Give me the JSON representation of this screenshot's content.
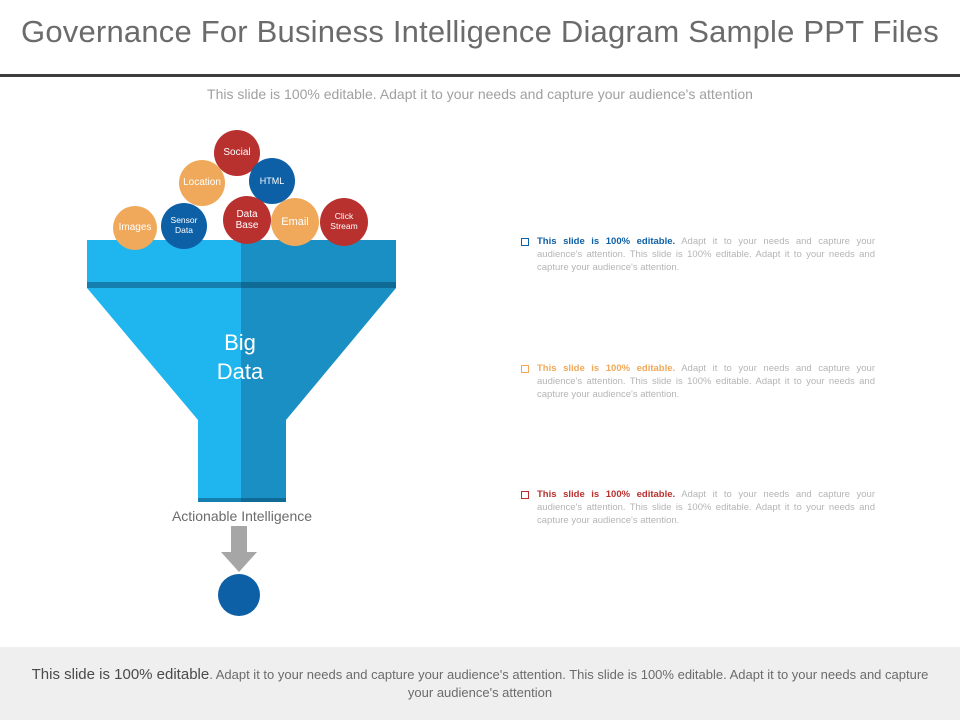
{
  "header": {
    "title": "Governance For Business Intelligence Diagram Sample PPT Files",
    "subtitle": "This slide is 100% editable. Adapt it to your needs and capture your audience's attention"
  },
  "diagram": {
    "sources": [
      {
        "label": "Social",
        "color": "#b8312f"
      },
      {
        "label": "Location",
        "color": "#f0a95a"
      },
      {
        "label": "HTML",
        "color": "#0d5fa6"
      },
      {
        "label": "Images",
        "color": "#f0a95a"
      },
      {
        "label_line1": "Sensor",
        "label_line2": "Data",
        "color": "#0d5fa6"
      },
      {
        "label_line1": "Data",
        "label_line2": "Base",
        "color": "#b8312f"
      },
      {
        "label": "Email",
        "color": "#f0a95a"
      },
      {
        "label_line1": "Click",
        "label_line2": "Stream",
        "color": "#b8312f"
      }
    ],
    "funnel_label_line1": "Big",
    "funnel_label_line2": "Data",
    "output_label": "Actionable Intelligence",
    "colors": {
      "funnel_light": "#1fb6f0",
      "funnel_dark": "#1a8fc3",
      "arrow": "#a6a6a6",
      "output_circle": "#0d5fa6"
    }
  },
  "bullets": [
    {
      "lead": "This slide is 100% editable.",
      "text": " Adapt it to your needs and capture your audience's attention. This slide is 100% editable. Adapt it to your needs and capture your audience's attention.",
      "color": "#0d5fa6"
    },
    {
      "lead": "This slide is 100% editable.",
      "text": " Adapt it to your needs and capture your audience's attention. This slide is 100% editable. Adapt it to your needs and capture your audience's attention.",
      "color": "#f0a95a"
    },
    {
      "lead": "This slide is 100% editable.",
      "text": " Adapt it to your needs and capture your audience's attention. This slide is 100% editable. Adapt it to your needs and capture your audience's attention.",
      "color": "#b8312f"
    }
  ],
  "footer": {
    "lead": "This slide is 100% editable",
    "text": ". Adapt it to your needs and capture your audience's attention. This slide is 100% editable. Adapt it to your needs and capture your audience's attention"
  }
}
